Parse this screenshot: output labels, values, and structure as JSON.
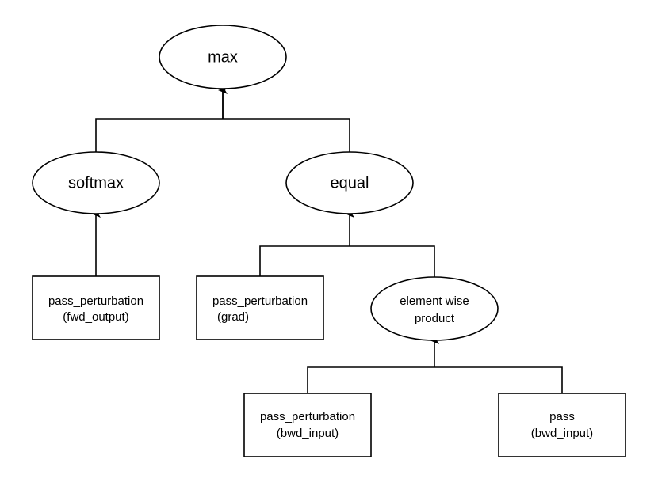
{
  "nodes": {
    "max": {
      "label": "max"
    },
    "softmax": {
      "label": "softmax"
    },
    "equal": {
      "label": "equal"
    },
    "pp_fwd_output": {
      "line1": "pass_perturbation",
      "line2": "(fwd_output)"
    },
    "pp_grad": {
      "line1": "pass_perturbation",
      "line2": "(grad)"
    },
    "element_wise_product": {
      "line1": "element wise",
      "line2": "product"
    },
    "pp_bwd_input": {
      "line1": "pass_perturbation",
      "line2": "(bwd_input)"
    },
    "pass_bwd_input": {
      "line1": "pass",
      "line2": "(bwd_input)"
    }
  }
}
